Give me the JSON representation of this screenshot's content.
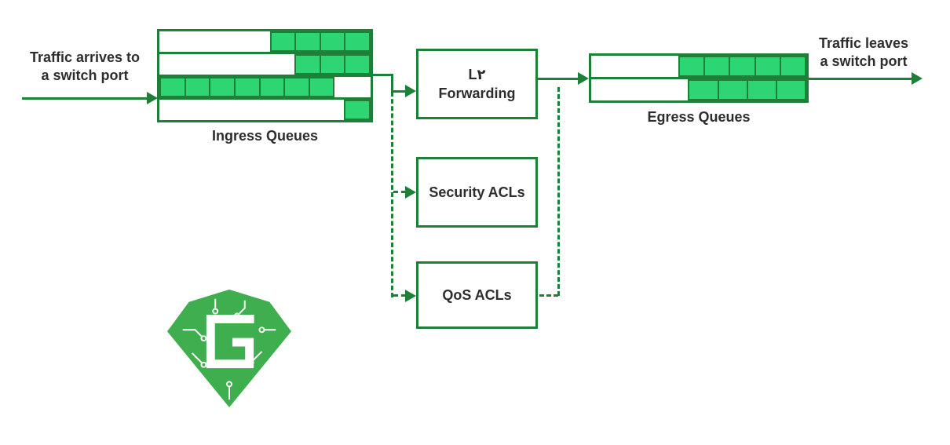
{
  "title": "Switch packet flow diagram",
  "colors": {
    "cell_fill": "#2ed573",
    "line": "#1e8038",
    "text": "#2d2d2d",
    "logo_green": "#3fae4f"
  },
  "left_label": {
    "line1": "Traffic arrives to",
    "line2": "a switch port"
  },
  "right_label": {
    "line1": "Traffic leaves",
    "line2": "a switch port"
  },
  "boxes": {
    "l2": {
      "line1": "L٢",
      "line2": "Forwarding"
    },
    "security": {
      "label": "Security ACLs"
    },
    "qos": {
      "label": "QoS ACLs"
    }
  },
  "ingress": {
    "label": "Ingress Queues",
    "rows": [
      {
        "filled": 4,
        "capacity": 8,
        "align": "right"
      },
      {
        "filled": 3,
        "capacity": 8,
        "align": "right"
      },
      {
        "filled": 7,
        "capacity": 8,
        "align": "left"
      },
      {
        "filled": 1,
        "capacity": 8,
        "align": "right"
      }
    ]
  },
  "egress": {
    "label": "Egress Queues",
    "rows": [
      {
        "filled": 5,
        "capacity": 8,
        "align": "right"
      },
      {
        "filled": 4,
        "capacity": 7,
        "align": "right"
      }
    ]
  },
  "logo": {
    "name": "brand-logo"
  }
}
